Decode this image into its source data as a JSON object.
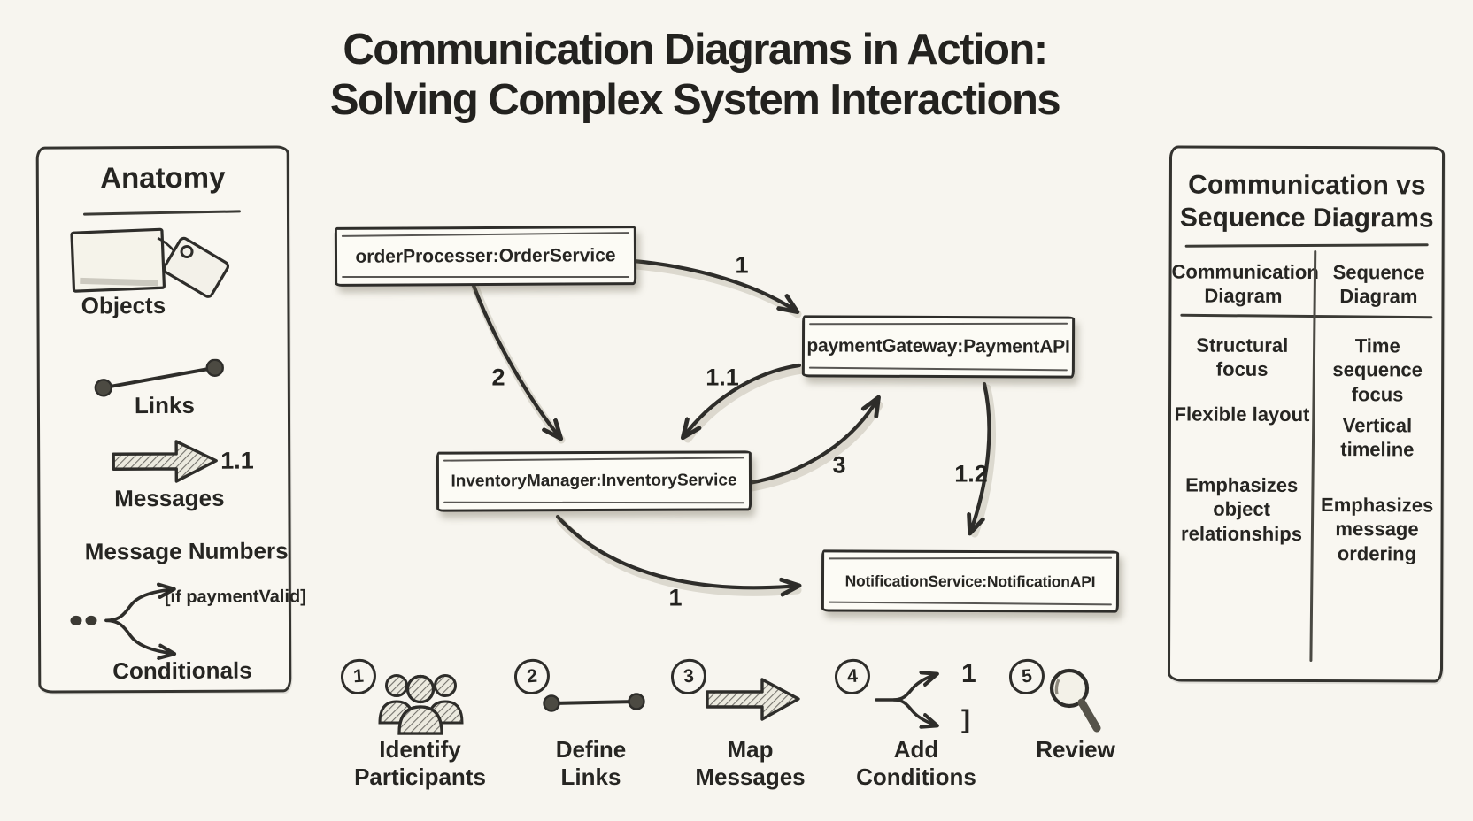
{
  "colors": {
    "ink": "#2e2d2a",
    "paper": "#f7f5ef",
    "node_fill": "#fcfbf5"
  },
  "title": {
    "line1": "Communication Diagrams in Action:",
    "line2": "Solving Complex System Interactions"
  },
  "anatomy": {
    "heading": "Anatomy",
    "items": [
      {
        "icon": "objects-icon",
        "label": "Objects"
      },
      {
        "icon": "link-icon",
        "label": "Links"
      },
      {
        "icon": "message-arrow-icon",
        "label": "Messages",
        "badge": "1.1"
      },
      {
        "label": "Message Numbers"
      },
      {
        "icon": "conditional-fork-icon",
        "label": "Conditionals",
        "annotation": "[if paymentValid]"
      }
    ]
  },
  "diagram": {
    "nodes": [
      {
        "id": "orderProcesser",
        "label": "orderProcesser:OrderService"
      },
      {
        "id": "paymentGateway",
        "label": "paymentGateway:PaymentAPI"
      },
      {
        "id": "inventoryManager",
        "label": "InventoryManager:InventoryService"
      },
      {
        "id": "notificationService",
        "label": "NotificationService:NotificationAPI"
      }
    ],
    "messages": [
      {
        "label": "1",
        "from": "orderProcesser",
        "to": "paymentGateway"
      },
      {
        "label": "2",
        "from": "orderProcesser",
        "to": "inventoryManager"
      },
      {
        "label": "1.1",
        "from": "paymentGateway",
        "to": "inventoryManager"
      },
      {
        "label": "3",
        "from": "inventoryManager",
        "to": "paymentGateway"
      },
      {
        "label": "1.2",
        "from": "paymentGateway",
        "to": "notificationService"
      },
      {
        "label": "1",
        "from": "inventoryManager",
        "to": "notificationService"
      }
    ]
  },
  "comparison": {
    "heading_line1": "Communication vs",
    "heading_line2": "Sequence Diagrams",
    "columns": [
      "Communication Diagram",
      "Sequence Diagram"
    ],
    "rows": [
      [
        "Structural focus",
        "Time sequence focus"
      ],
      [
        "Flexible layout",
        "Vertical timeline"
      ],
      [
        "Emphasizes object relationships",
        "Emphasizes message ordering"
      ]
    ]
  },
  "steps": [
    {
      "number": "1",
      "icon": "people-icon",
      "label_line1": "Identify",
      "label_line2": "Participants"
    },
    {
      "number": "2",
      "icon": "link-icon",
      "label_line1": "Define",
      "label_line2": "Links"
    },
    {
      "number": "3",
      "icon": "message-arrow-icon",
      "label_line1": "Map",
      "label_line2": "Messages"
    },
    {
      "number": "4",
      "icon": "conditional-fork-icon",
      "label_line1": "Add",
      "label_line2": "Conditions",
      "fork_top": "1",
      "fork_bottom": "]"
    },
    {
      "number": "5",
      "icon": "magnifier-icon",
      "label_line1": "Review",
      "label_line2": ""
    }
  ]
}
